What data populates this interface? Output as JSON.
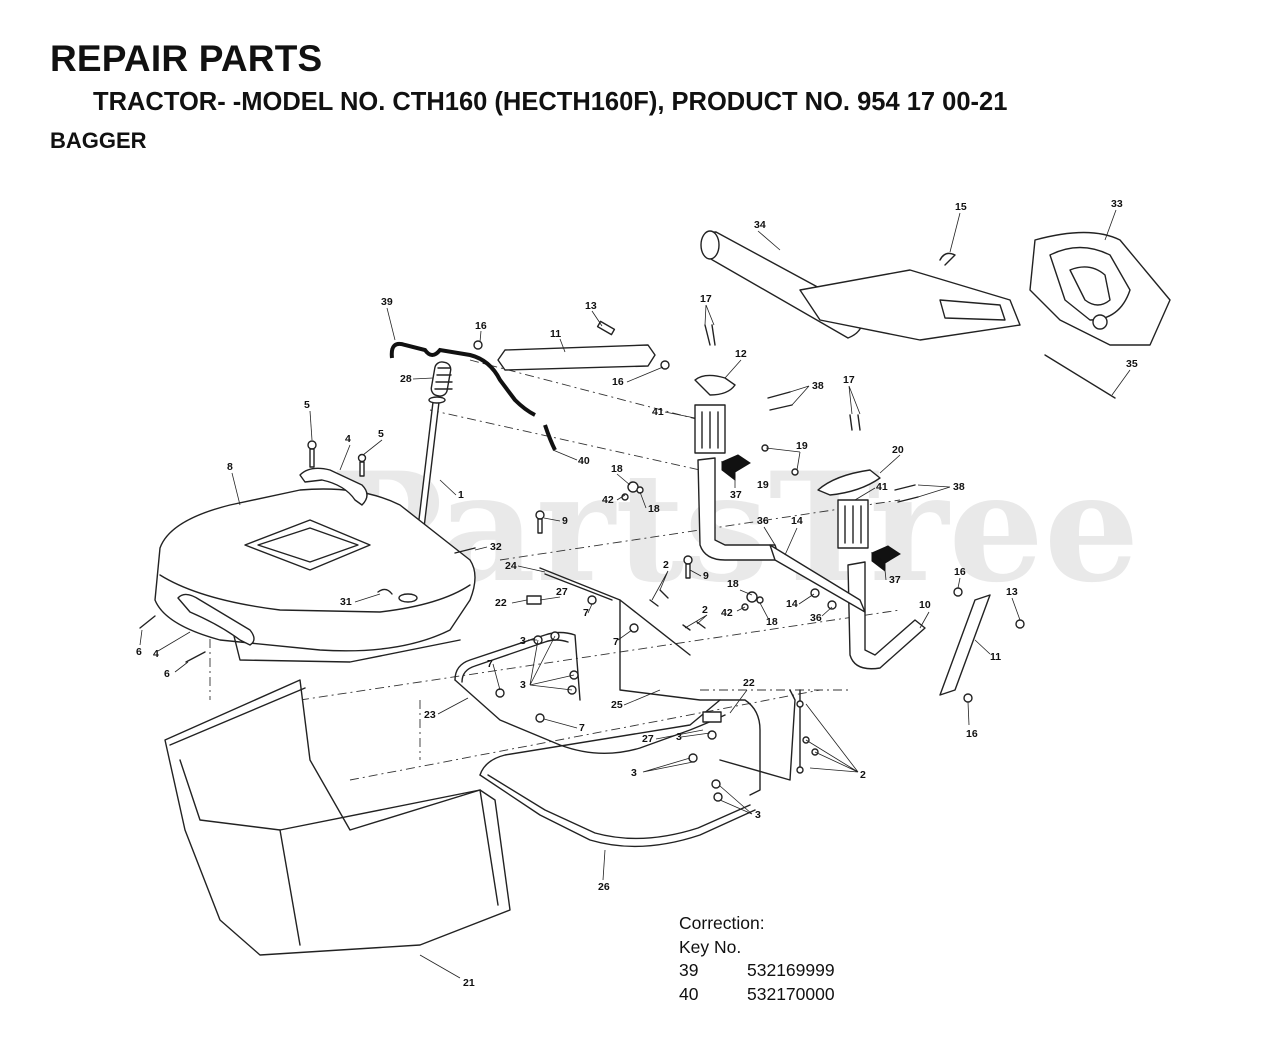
{
  "header": {
    "title": "REPAIR PARTS",
    "subtitle": "TRACTOR- -MODEL NO. CTH160 (HECTH160F), PRODUCT NO. 954 17 00-21",
    "section": "BAGGER"
  },
  "watermark": "PartsTree",
  "callouts": [
    "39",
    "16",
    "11",
    "13",
    "17",
    "12",
    "34",
    "15",
    "33",
    "35",
    "28",
    "16",
    "38",
    "17",
    "41",
    "19",
    "19",
    "20",
    "5",
    "4",
    "5",
    "8",
    "1",
    "40",
    "18",
    "42",
    "18",
    "37",
    "41",
    "38",
    "9",
    "36",
    "14",
    "32",
    "24",
    "2",
    "9",
    "37",
    "31",
    "22",
    "27",
    "7",
    "2",
    "18",
    "42",
    "18",
    "14",
    "36",
    "16",
    "13",
    "10",
    "6",
    "3",
    "7",
    "4",
    "6",
    "3",
    "7",
    "11",
    "23",
    "22",
    "25",
    "27",
    "3",
    "7",
    "16",
    "3",
    "2",
    "3",
    "26",
    "21"
  ],
  "correction": {
    "heading": "Correction:",
    "subheading": "Key No.",
    "rows": [
      {
        "key": "39",
        "part": "532169999"
      },
      {
        "key": "40",
        "part": "532170000"
      }
    ]
  },
  "colors": {
    "ink": "#111111",
    "watermark": "#d8d8d8",
    "background": "#ffffff"
  }
}
